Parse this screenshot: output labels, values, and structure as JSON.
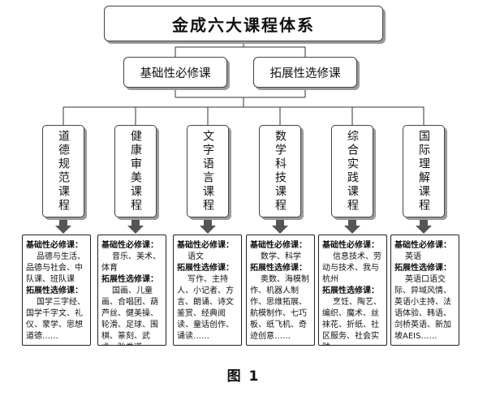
{
  "title": "金成六大课程体系",
  "tracks": [
    {
      "label": "基础性必修课"
    },
    {
      "label": "拓展性选修课"
    }
  ],
  "courses": [
    {
      "name": "道德规范课程",
      "basic_heading": "基础性必修课：",
      "basic_content": "品德与生活、品德与社会、中队课、班队课",
      "ext_heading": "拓展性选修课：",
      "ext_content": "国学三字经、国学千字文、礼仪、蒙学、思想道德……"
    },
    {
      "name": "健康审美课程",
      "basic_heading": "基础性必修课：",
      "basic_content": "音乐、美术、体育",
      "ext_heading": "拓展性选修课：",
      "ext_content": "国画、儿童画、合唱团、葫芦丝、健美操、轮滑、足球、围棋、篆刻、武术、跆拳道……"
    },
    {
      "name": "文字语言课程",
      "basic_heading": "基础性必修课：",
      "basic_content": "语文",
      "ext_heading": "拓展性选修课：",
      "ext_content": "写作、主持人、小记者、方言、朗诵、诗文鉴赏、经典阅读、童话创作、诵读……"
    },
    {
      "name": "数学科技课程",
      "basic_heading": "基础性必修课：",
      "basic_content": "数学、科学",
      "ext_heading": "拓展性选修课：",
      "ext_content": "奥数、海模制作、机器人制作、思维拓展、航模制作、七巧板、纸飞机、奇迹创意……"
    },
    {
      "name": "综合实践课程",
      "basic_heading": "基础性必修课：",
      "basic_content": "信息技术、劳动与技术、我与杭州",
      "ext_heading": "拓展性选修课：",
      "ext_content": "烹饪、陶艺、编织、魔术、丝袜花、折纸、社区服务、社会实践……"
    },
    {
      "name": "国际理解课程",
      "basic_heading": "基础性必修课：",
      "basic_content": "英语",
      "ext_heading": "拓展性选修课：",
      "ext_content": "英语口语交际、异域风情、英语小主持、法语体验、韩语、剑桥英语、新加坡AEIS……"
    }
  ],
  "caption": "图 1"
}
